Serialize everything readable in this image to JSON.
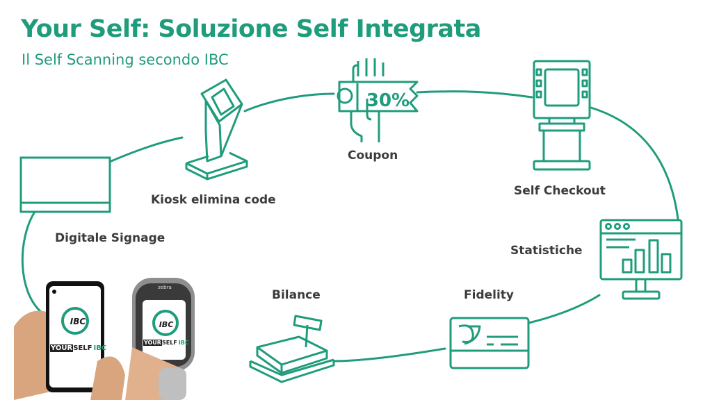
{
  "header": {
    "title": "Your Self: Soluzione Self Integrata",
    "subtitle": "Il Self Scanning secondo IBC"
  },
  "nodes": {
    "coupon": {
      "label": "Coupon",
      "icon": "coupon-icon",
      "badge": "30%"
    },
    "kiosk": {
      "label": "Kiosk elimina code",
      "icon": "kiosk-icon"
    },
    "self_checkout": {
      "label": "Self Checkout",
      "icon": "self-checkout-icon"
    },
    "digital_signage": {
      "label": "Digitale Signage",
      "icon": "monitor-icon"
    },
    "statistiche": {
      "label": "Statistiche",
      "icon": "statistics-icon"
    },
    "bilance": {
      "label": "Bilance",
      "icon": "scale-icon"
    },
    "fidelity": {
      "label": "Fidelity",
      "icon": "loyalty-card-icon"
    }
  },
  "devices": {
    "phone": {
      "logo": "IBC",
      "brand_a": "YOUR",
      "brand_b": "SELF",
      "brand_c": "IBC"
    },
    "scanner": {
      "logo": "IBC",
      "brand_a": "YOUR",
      "brand_b": "SELF",
      "brand_c": "IBC",
      "maker": "zebra"
    }
  },
  "colors": {
    "accent": "#1f9c7c",
    "label": "#3c3c3c"
  }
}
